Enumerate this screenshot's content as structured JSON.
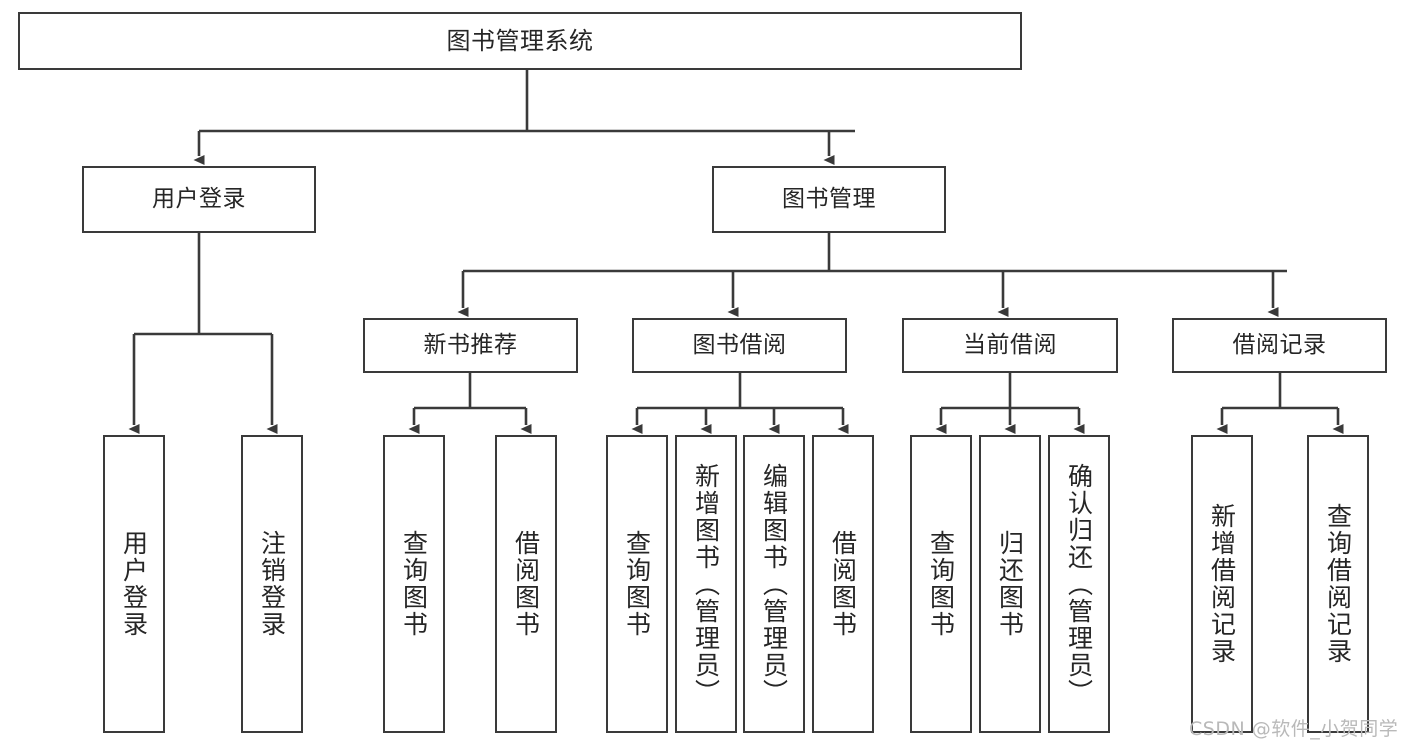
{
  "diagram": {
    "title": "图书管理系统",
    "type": "functional-structure-tree",
    "watermark": "CSDN @软件_小贺同学",
    "colors": {
      "box_border": "#3a3a3a",
      "box_fill": "#ffffff",
      "edge": "#3a3a3a",
      "text": "#262626",
      "watermark": "#b9b9b9"
    },
    "levels": {
      "root": {
        "label": "图书管理系统"
      },
      "level2": [
        {
          "id": "user-login",
          "label": "用户登录"
        },
        {
          "id": "book-management",
          "label": "图书管理"
        }
      ],
      "level3": [
        {
          "id": "new-book-recommend",
          "label": "新书推荐",
          "parent": "book-management"
        },
        {
          "id": "book-borrow",
          "label": "图书借阅",
          "parent": "book-management"
        },
        {
          "id": "current-borrow",
          "label": "当前借阅",
          "parent": "book-management"
        },
        {
          "id": "borrow-record",
          "label": "借阅记录",
          "parent": "book-management"
        }
      ],
      "leaves": [
        {
          "id": "leaf-user-login",
          "label": "用户登录",
          "parent": "user-login"
        },
        {
          "id": "leaf-user-logout",
          "label": "注销登录",
          "parent": "user-login"
        },
        {
          "id": "leaf-query-book-1",
          "label": "查询图书",
          "parent": "new-book-recommend"
        },
        {
          "id": "leaf-borrow-book-1",
          "label": "借阅图书",
          "parent": "new-book-recommend"
        },
        {
          "id": "leaf-query-book-2",
          "label": "查询图书",
          "parent": "book-borrow"
        },
        {
          "id": "leaf-add-book",
          "label": "新增图书（管理员）",
          "parent": "book-borrow"
        },
        {
          "id": "leaf-edit-book",
          "label": "编辑图书（管理员）",
          "parent": "book-borrow"
        },
        {
          "id": "leaf-borrow-book-2",
          "label": "借阅图书",
          "parent": "book-borrow"
        },
        {
          "id": "leaf-query-book-3",
          "label": "查询图书",
          "parent": "current-borrow"
        },
        {
          "id": "leaf-return-book",
          "label": "归还图书",
          "parent": "current-borrow"
        },
        {
          "id": "leaf-confirm-return",
          "label": "确认归还（管理员）",
          "parent": "current-borrow"
        },
        {
          "id": "leaf-add-record",
          "label": "新增借阅记录",
          "parent": "borrow-record"
        },
        {
          "id": "leaf-query-record",
          "label": "查询借阅记录",
          "parent": "borrow-record"
        }
      ]
    }
  }
}
